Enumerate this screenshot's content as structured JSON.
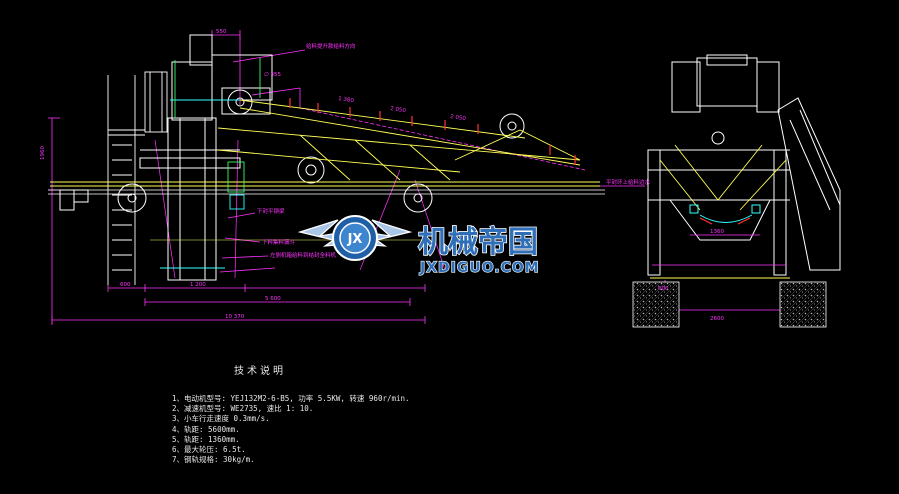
{
  "drawing": {
    "colors": {
      "background": "#000000",
      "outline": "#ffffff",
      "dimension": "#ff33ff",
      "frame": "#ffff55",
      "cyan": "#33ffff",
      "green": "#33ff66",
      "red": "#ff3333",
      "watermark_text": "#2f6fb8",
      "watermark_outline": "#ffffff"
    },
    "dimensions": {
      "top_width": "550",
      "left_height": "1960",
      "seg1": "1 380",
      "seg2": "2 050",
      "seg3": "2 050",
      "base_left": "600",
      "base_mid": "1 200",
      "span": "5 600",
      "overall": "10 370",
      "small_a": "∅ 355",
      "side_rail": "1360",
      "side_width": "2600",
      "side_height": "600"
    },
    "labels": {
      "note_a": "给料提升款给料方向",
      "note_b": "下封平钢梁",
      "note_c": "下料集料漏斗",
      "note_d": "左侧机箱给料到结封全料机",
      "side_note": "平封环上给料边水"
    },
    "watermark": {
      "cn": "机械帝国",
      "en": "JXDIGUO.COM",
      "emblem": "JX"
    }
  },
  "notes": {
    "title": "技术说明",
    "items": [
      "1、电动机型号: YEJ132M2-6-B5, 功率 5.5KW, 转速 960r/min.",
      "2、减速机型号: WE2735, 速比 1: 10.",
      "3、小车行走速度 0.3mm/s.",
      "4、轨距: 5600mm.",
      "5、轨距: 1360mm.",
      "6、最大轮压: 6.5t.",
      "7、钢轨规格: 30kg/m."
    ]
  }
}
